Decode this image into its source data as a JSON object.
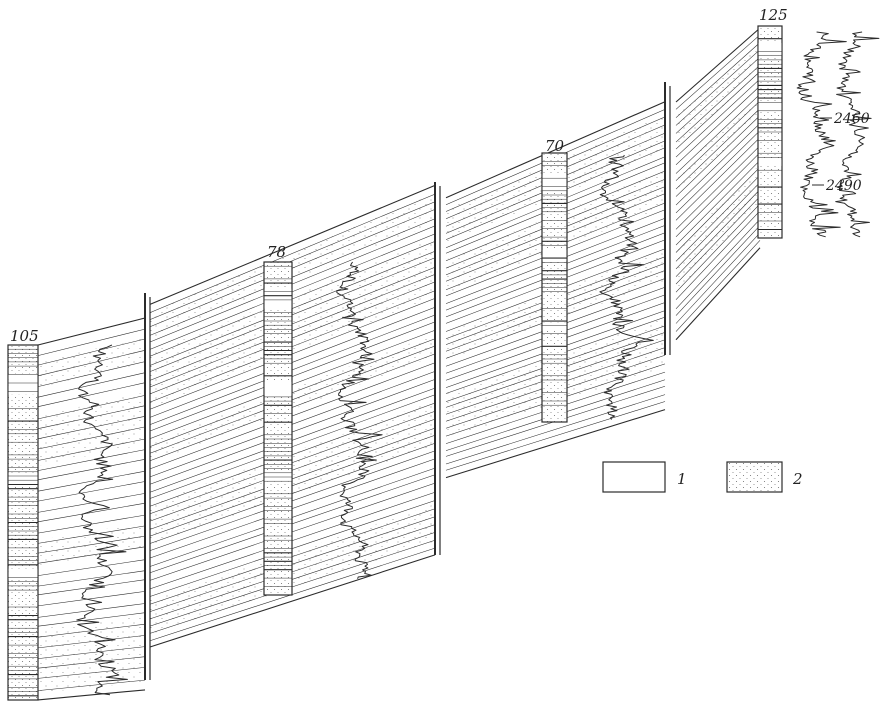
{
  "wells": [
    {
      "id": "105",
      "label": "105"
    },
    {
      "id": "78",
      "label": "78"
    },
    {
      "id": "70",
      "label": "70"
    },
    {
      "id": "125",
      "label": "125"
    }
  ],
  "depth_marks": [
    {
      "label": "2460"
    },
    {
      "label": "2490"
    }
  ],
  "legend": [
    {
      "number": "1",
      "pattern": "blank"
    },
    {
      "number": "2",
      "pattern": "dotted"
    }
  ],
  "colors": {
    "line": "#2b2b2b",
    "sand_dot": "#6a6a6a",
    "paper": "#ffffff"
  }
}
